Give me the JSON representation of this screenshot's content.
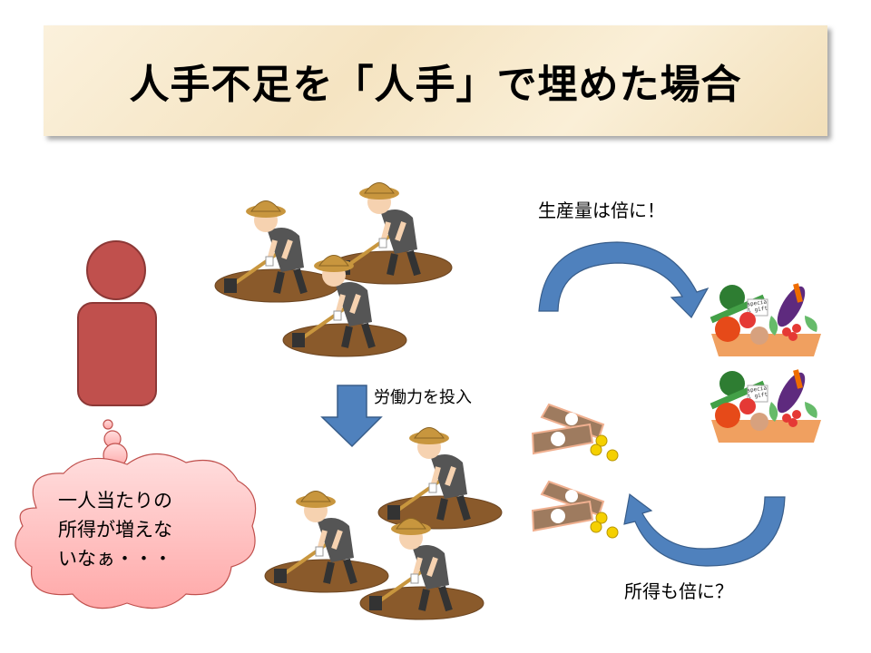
{
  "title": "人手不足を「人手」で埋めた場合",
  "thought_bubble": {
    "lines": [
      "一人当たりの",
      "所得が増えな",
      "いなぁ・・・"
    ]
  },
  "labels": {
    "labor_input": "労働力を投入",
    "production_doubled": "生産量は倍に！",
    "income_doubled": "所得も倍に？"
  },
  "vegetable_tag": "special gift",
  "colors": {
    "person": "#c0504d",
    "arrow": "#4f81bd",
    "cloud": "#ffc7c7"
  }
}
